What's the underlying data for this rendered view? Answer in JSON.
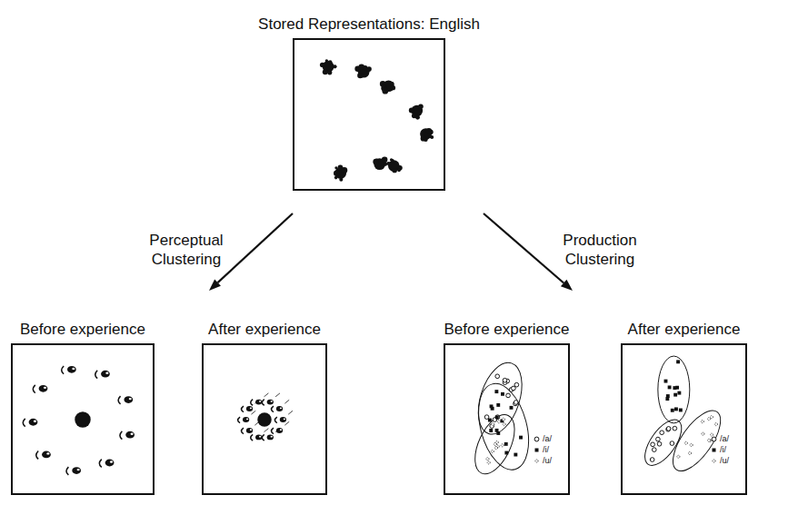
{
  "diagram": {
    "nodes": [
      {
        "text": [
          "Stored Representations: English"
        ]
      },
      {
        "text": [
          "Before experience"
        ]
      },
      {
        "text": [
          "After experience"
        ]
      },
      {
        "text": [
          "Before experience"
        ]
      },
      {
        "text": [
          "After experience"
        ]
      }
    ],
    "edges": [
      {
        "from": 0,
        "to": 1,
        "arrow": "to",
        "label": "Perceptual Clustering"
      },
      {
        "from": 0,
        "to": 3,
        "arrow": "to",
        "label": "Production Clustering"
      }
    ],
    "legend": [
      {
        "text": "/a/"
      },
      {
        "text": "/i/"
      },
      {
        "text": "/u/"
      },
      {
        "text": "/a/"
      },
      {
        "text": "/i/"
      },
      {
        "text": "/u/"
      }
    ]
  }
}
